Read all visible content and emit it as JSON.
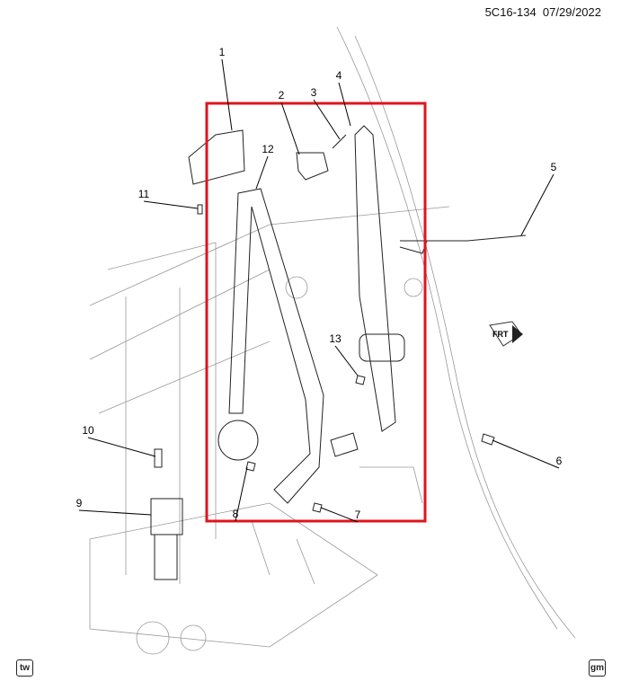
{
  "header": {
    "diagram_id": "5C16-134",
    "date": "07/29/2022"
  },
  "callouts": [
    "1",
    "2",
    "3",
    "4",
    "5",
    "6",
    "7",
    "8",
    "9",
    "10",
    "11",
    "12",
    "13"
  ],
  "direction_label": "FRT",
  "highlight_color": "#e0141e",
  "footer": {
    "left_badge": "tw",
    "right_badge": "gm"
  }
}
